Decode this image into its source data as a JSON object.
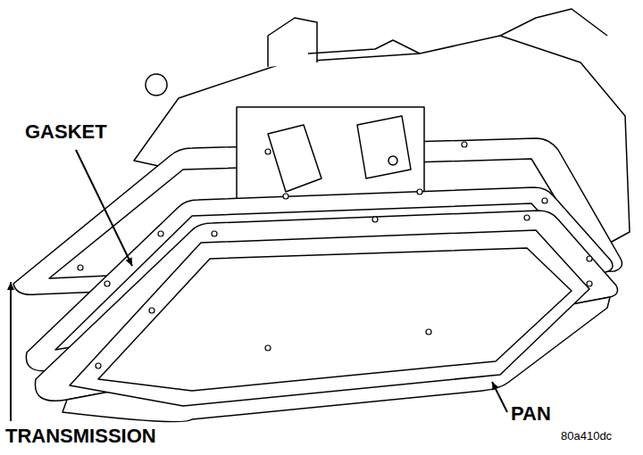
{
  "diagram": {
    "labels": [
      "GASKET",
      "TRANSMISSION",
      "PAN",
      "80a410dc"
    ]
  }
}
